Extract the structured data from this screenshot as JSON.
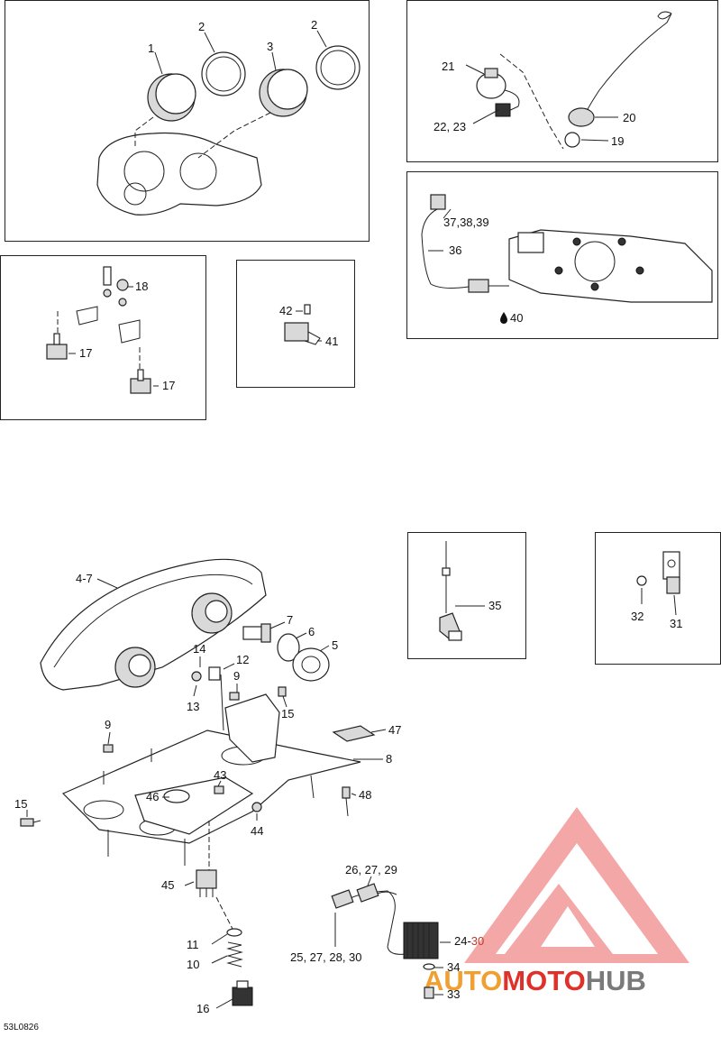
{
  "diagram_ref": "53L0826",
  "callouts": {
    "c1": "1",
    "c2a": "2",
    "c2b": "2",
    "c3": "3",
    "c21": "21",
    "c2223": "22, 23",
    "c20": "20",
    "c19": "19",
    "c18": "18",
    "c17a": "17",
    "c17b": "17",
    "c42": "42",
    "c41": "41",
    "c373839": "37,38,39",
    "c36": "36",
    "c40": "40",
    "c47range": "4-7",
    "c7": "7",
    "c6": "6",
    "c5": "5",
    "c14": "14",
    "c12": "12",
    "c13": "13",
    "c9a": "9",
    "c15a": "15",
    "c9b": "9",
    "c47": "47",
    "c8": "8",
    "c43": "43",
    "c46": "46",
    "c48": "48",
    "c15b": "15",
    "c44": "44",
    "c45": "45",
    "c11": "11",
    "c10": "10",
    "c16": "16",
    "c35": "35",
    "c32": "32",
    "c31": "31",
    "c262729": "26, 27, 29",
    "c25272830": "25, 27, 28, 30",
    "c2430a": "24-",
    "c2430b": "30",
    "c34": "34",
    "c33": "33"
  },
  "watermark": {
    "part1": "AUTO",
    "part2": "MOTO",
    "part3": "HUB",
    "colors": {
      "auto": "#f0a030",
      "moto": "#e0302a",
      "hub": "#7a7a7a",
      "triangle": "#f08a8a"
    }
  }
}
